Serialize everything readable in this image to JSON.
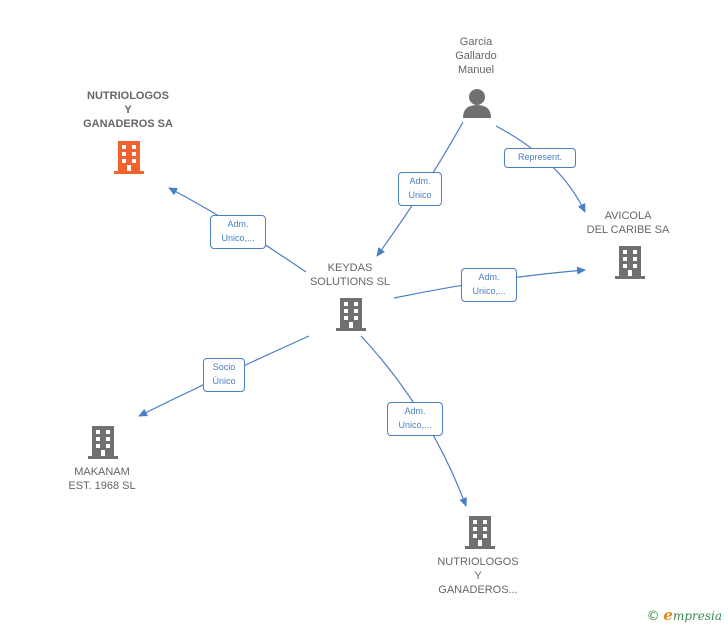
{
  "colors": {
    "edge": "#4a7fc4",
    "building": "#707070",
    "building_highlight": "#f2622e",
    "person": "#707070",
    "label": "#666666"
  },
  "nodes": {
    "nutriologos_top": {
      "lines": [
        "NUTRIOLOGOS",
        "Y",
        "GANADEROS SA"
      ],
      "icon": "building-icon"
    },
    "garcia": {
      "lines": [
        "Garcia",
        "Gallardo",
        "Manuel"
      ],
      "icon": "person-icon"
    },
    "avicola": {
      "lines": [
        "AVICOLA",
        "DEL CARIBE SA"
      ],
      "icon": "building-icon"
    },
    "keydas": {
      "lines": [
        "KEYDAS",
        "SOLUTIONS  SL"
      ],
      "icon": "building-icon"
    },
    "makanam": {
      "lines": [
        "MAKANAM",
        "EST.  1968  SL"
      ],
      "icon": "building-icon"
    },
    "nutriologos_bottom": {
      "lines": [
        "NUTRIOLOGOS",
        "Y",
        "GANADEROS..."
      ],
      "icon": "building-icon"
    }
  },
  "edges": {
    "keydas_to_nutriologos_top": {
      "lines": [
        "Adm.",
        "Unico,..."
      ]
    },
    "garcia_to_keydas": {
      "lines": [
        "Adm.",
        "Unico"
      ]
    },
    "garcia_to_avicola": {
      "lines": [
        "Represent."
      ]
    },
    "keydas_to_avicola": {
      "lines": [
        "Adm.",
        "Unico,..."
      ]
    },
    "keydas_to_makanam": {
      "lines": [
        "Socio",
        "Único"
      ]
    },
    "keydas_to_nutriologos_bottom": {
      "lines": [
        "Adm.",
        "Unico,..."
      ]
    }
  },
  "footer": {
    "copyright": "©",
    "brand_initial": "e",
    "brand_rest": "mpresia"
  }
}
